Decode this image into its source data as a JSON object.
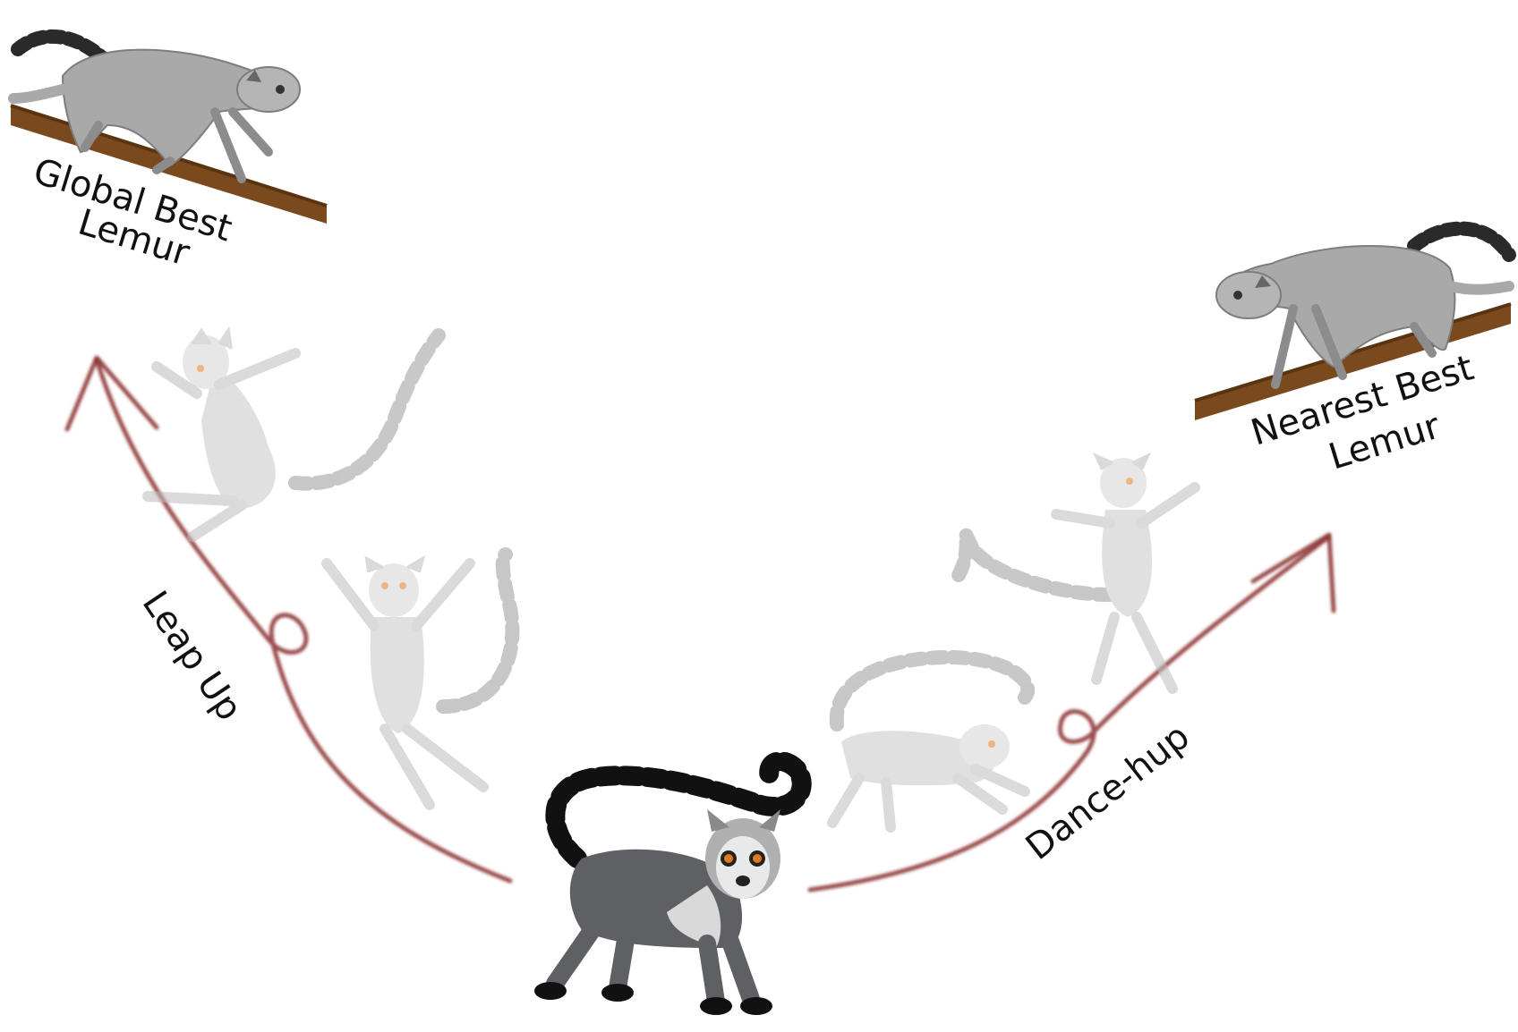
{
  "labels": {
    "global_best_line1": "Global Best",
    "global_best_line2": "Lemur",
    "nearest_best_line1": "Nearest Best",
    "nearest_best_line2": "Lemur",
    "leap_up": "Leap Up",
    "dance_hup": "Dance-hup"
  },
  "colors": {
    "arrow": "#8a2f2f",
    "branch": "#7a4a1e",
    "lemur_body": "#a9a9a9",
    "lemur_main": "#5f6063",
    "ghost": "#cfcfcf",
    "eye": "#e07a1a"
  },
  "icons": [
    "lemur-on-branch-icon",
    "jumping-lemur-icon",
    "dancing-lemur-icon",
    "walking-lemur-icon",
    "arrow-icon"
  ]
}
